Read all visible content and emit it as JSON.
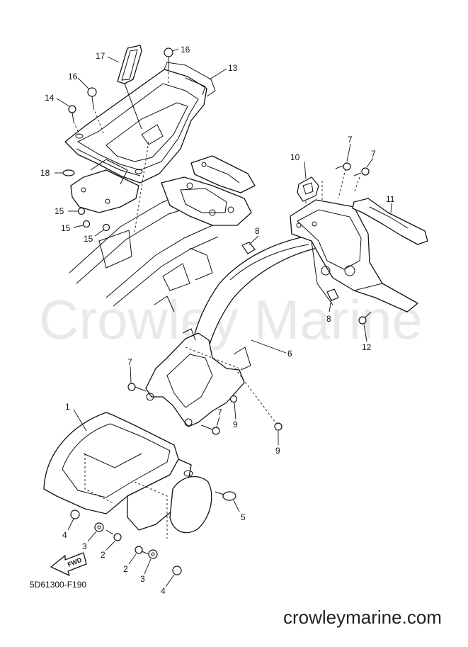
{
  "watermark": "Crowley Marine",
  "diagram_code": "5D61300-F190",
  "site_footer": "crowleymarine.com",
  "fwd_label": "FWD",
  "callouts": [
    {
      "id": "c1",
      "label": "1"
    },
    {
      "id": "c2a",
      "label": "2"
    },
    {
      "id": "c2b",
      "label": "2"
    },
    {
      "id": "c3a",
      "label": "3"
    },
    {
      "id": "c3b",
      "label": "3"
    },
    {
      "id": "c4a",
      "label": "4"
    },
    {
      "id": "c4b",
      "label": "4"
    },
    {
      "id": "c5",
      "label": "5"
    },
    {
      "id": "c6",
      "label": "6"
    },
    {
      "id": "c7a",
      "label": "7"
    },
    {
      "id": "c7b",
      "label": "7"
    },
    {
      "id": "c7c",
      "label": "7"
    },
    {
      "id": "c7d",
      "label": "7"
    },
    {
      "id": "c8a",
      "label": "8"
    },
    {
      "id": "c8b",
      "label": "8"
    },
    {
      "id": "c9a",
      "label": "9"
    },
    {
      "id": "c9b",
      "label": "9"
    },
    {
      "id": "c10",
      "label": "10"
    },
    {
      "id": "c11",
      "label": "11"
    },
    {
      "id": "c12",
      "label": "12"
    },
    {
      "id": "c13",
      "label": "13"
    },
    {
      "id": "c14",
      "label": "14"
    },
    {
      "id": "c15a",
      "label": "15"
    },
    {
      "id": "c15b",
      "label": "15"
    },
    {
      "id": "c15c",
      "label": "15"
    },
    {
      "id": "c16a",
      "label": "16"
    },
    {
      "id": "c16b",
      "label": "16"
    },
    {
      "id": "c17",
      "label": "17"
    },
    {
      "id": "c18",
      "label": "18"
    }
  ]
}
